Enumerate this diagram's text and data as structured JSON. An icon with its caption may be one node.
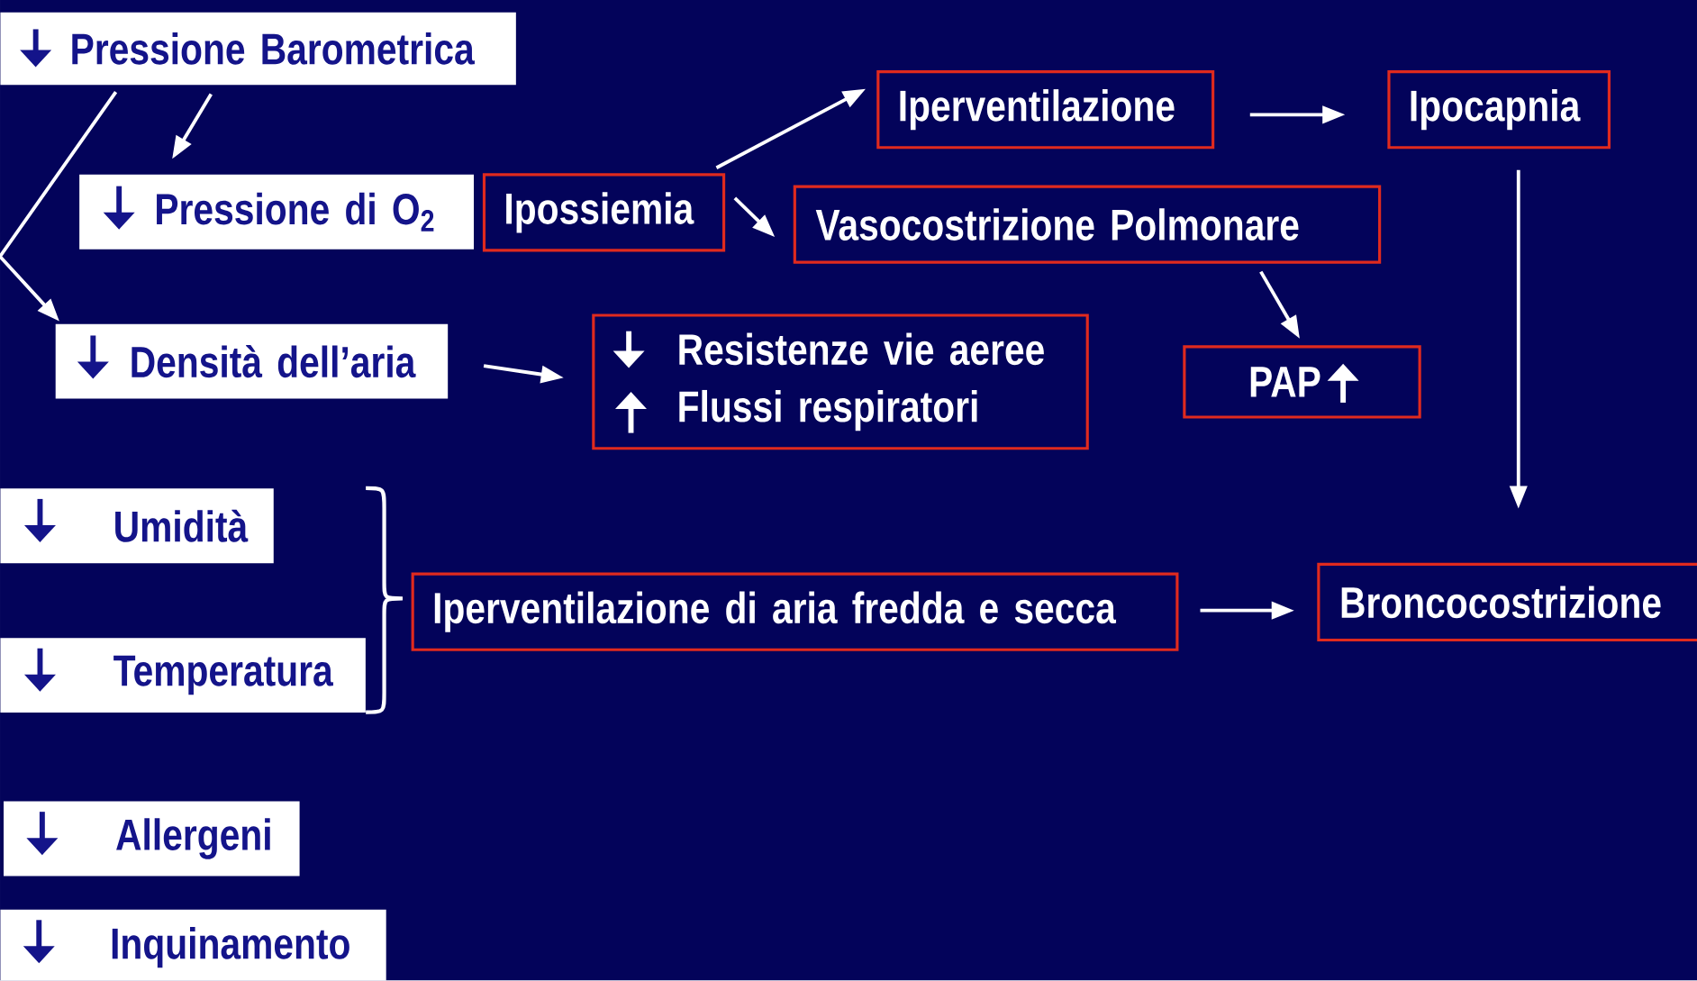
{
  "diagram": {
    "nodes": [
      {
        "text": [
          "Pressione Barometrica"
        ]
      },
      {
        "text": [
          "Pressione di O$_{2}$"
        ]
      },
      {
        "text": [
          "Ipossiemia"
        ]
      },
      {
        "text": [
          "Densità dell’aria"
        ]
      },
      {
        "text": [
          "Iperventilazione"
        ]
      },
      {
        "text": [
          "Ipocapnia"
        ]
      },
      {
        "text": [
          "Vasocostrizione  Polmonare"
        ]
      },
      {
        "text": [
          "Resistenze vie aeree",
          "Flussi respiratori"
        ]
      },
      {
        "text": [
          "PAP"
        ]
      },
      {
        "text": [
          "Umidità"
        ]
      },
      {
        "text": [
          "Temperatura"
        ]
      },
      {
        "text": [
          "Iperventilazione di aria fredda e secca"
        ]
      },
      {
        "text": [
          "Broncocostrizione"
        ]
      },
      {
        "text": [
          "Allergeni"
        ]
      },
      {
        "text": [
          "Inquinamento"
        ]
      }
    ],
    "edges": [
      {
        "from": 0,
        "to": 1,
        "arrow": "to"
      },
      {
        "from": 0,
        "to": 3,
        "arrow": "to"
      },
      {
        "from": 2,
        "to": 4,
        "arrow": "to"
      },
      {
        "from": 2,
        "to": 6,
        "arrow": "to"
      },
      {
        "from": 4,
        "to": 5,
        "arrow": "to"
      },
      {
        "from": 6,
        "to": 8,
        "arrow": "to"
      },
      {
        "from": 3,
        "to": 7,
        "arrow": "to"
      },
      {
        "from": 5,
        "to": 12,
        "arrow": "to"
      },
      {
        "from": 11,
        "to": 12,
        "arrow": "to"
      }
    ]
  }
}
